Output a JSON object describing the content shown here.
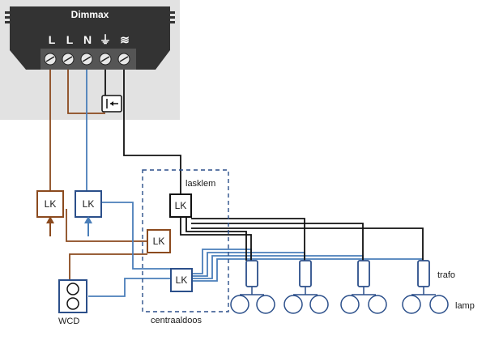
{
  "device": {
    "name": "Dimmax",
    "terminals": [
      "L",
      "L",
      "N",
      "⏚",
      "≋"
    ]
  },
  "labels": {
    "lasklem": "lasklem",
    "centraaldoos": "centraaldoos",
    "wcd": "WCD",
    "trafo": "trafo",
    "lamp": "lamp"
  },
  "boxes": {
    "lk1": "LK",
    "lk2": "LK",
    "lk3": "LK",
    "lk4": "LK",
    "lk5": "LK"
  },
  "colors": {
    "brown": "#8b4a1e",
    "blue": "#4a7eb9",
    "black": "#111111",
    "device_bg": "#e2e2e2",
    "device_body": "#3a3a3a"
  }
}
